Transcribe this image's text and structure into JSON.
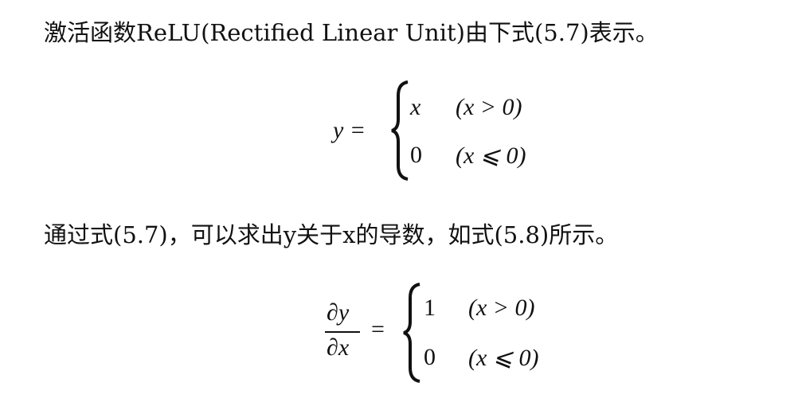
{
  "para1": "激活函数ReLU(Rectified Linear Unit)由下式(5.7)表示。",
  "eq1": {
    "lhs": "y =",
    "rows": [
      {
        "val": "x",
        "cond": "(x > 0)"
      },
      {
        "val": "0",
        "cond": "(x ⩽ 0)"
      }
    ]
  },
  "para2": "通过式(5.7)，可以求出y关于x的导数，如式(5.8)所示。",
  "eq2": {
    "num": "∂y",
    "den": "∂x",
    "eq": "=",
    "rows": [
      {
        "val": "1",
        "cond": "(x > 0)"
      },
      {
        "val": "0",
        "cond": "(x ⩽ 0)"
      }
    ]
  }
}
